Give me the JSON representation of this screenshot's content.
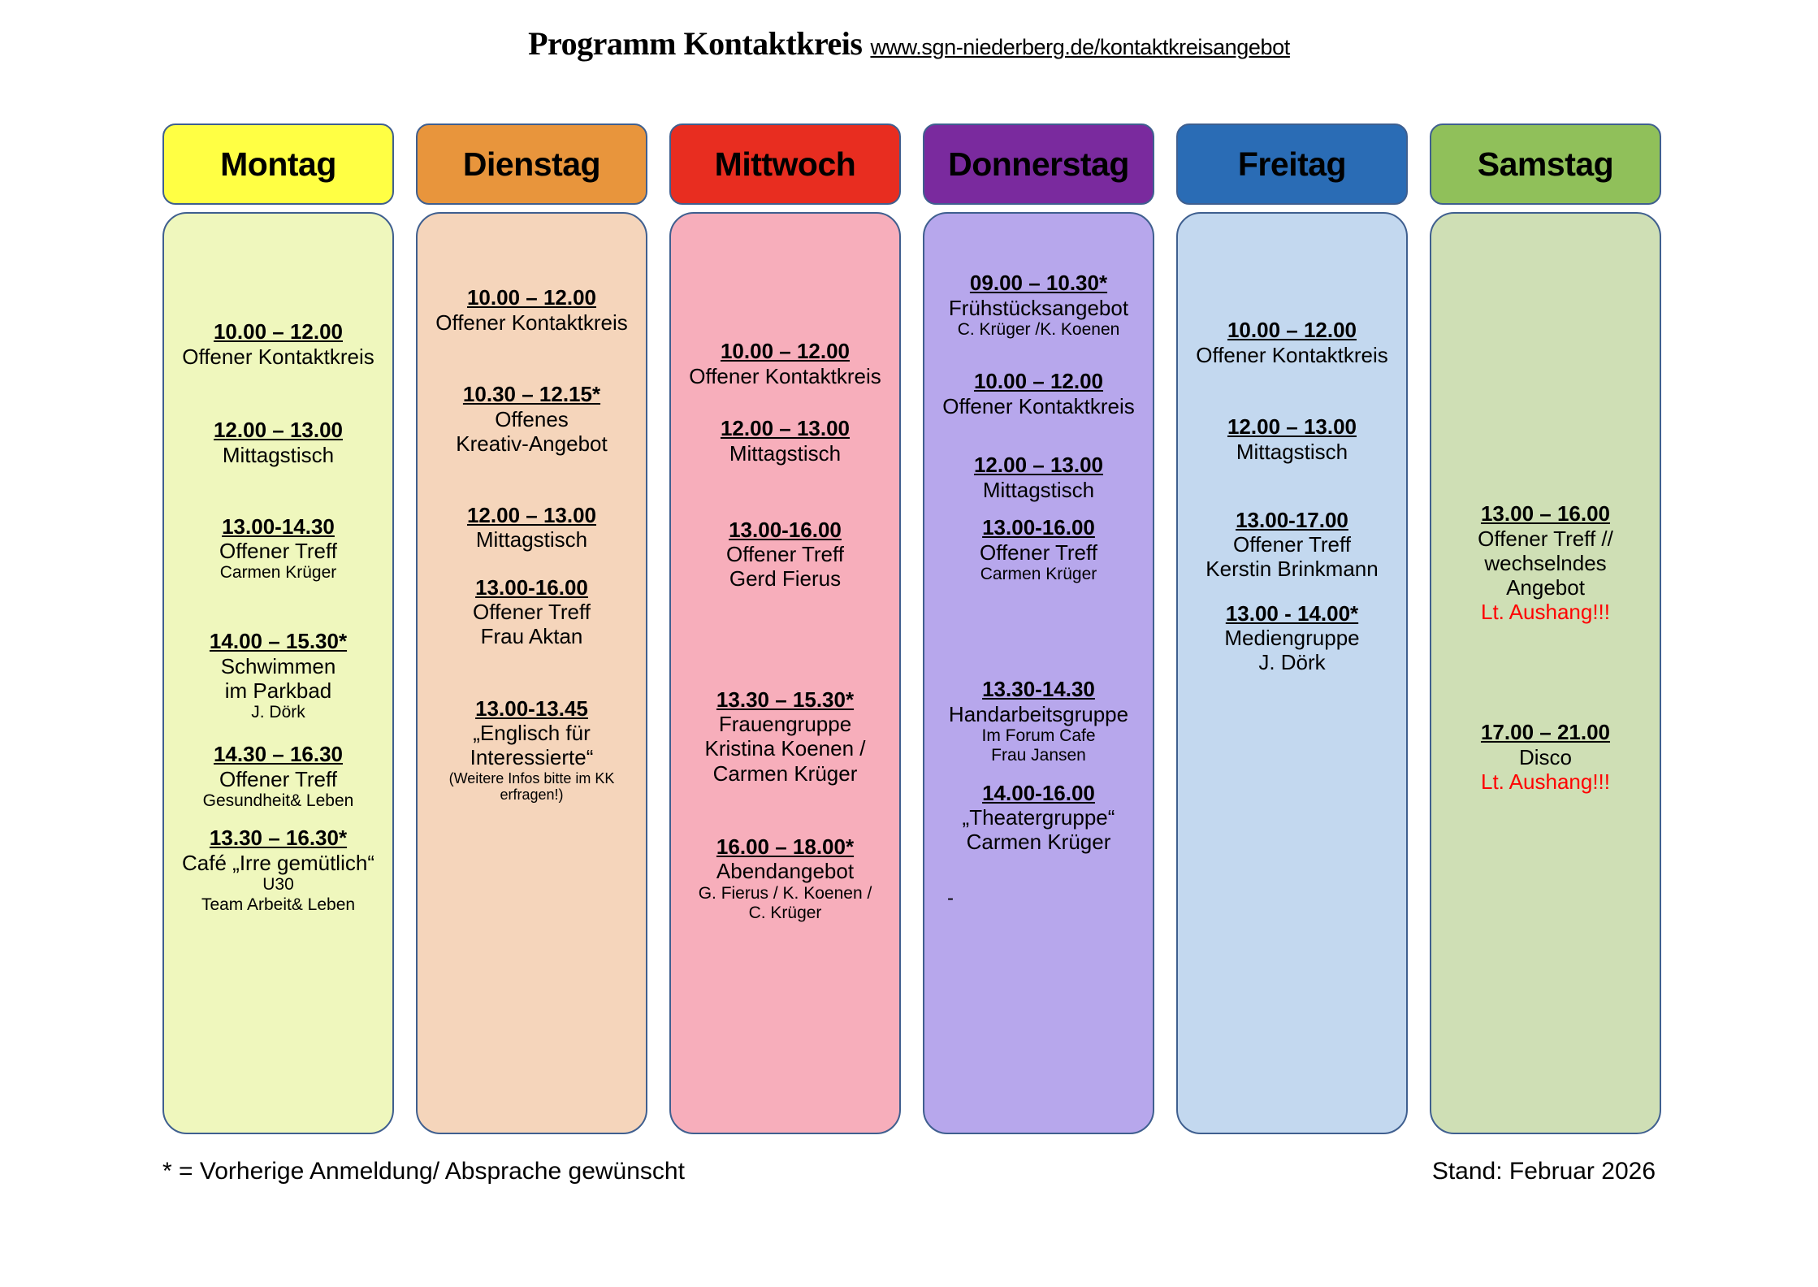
{
  "header": {
    "title": "Programm Kontaktkreis",
    "url": "www.sgn-niederberg.de/kontaktkreisangebot"
  },
  "footer": {
    "legend": "* = Vorherige Anmeldung/ Absprache gewünscht",
    "stand": "Stand: Februar 2026"
  },
  "colors": {
    "border": "#3f5f8f",
    "alert_red": "#ff0000",
    "montag_header": "#ffff44",
    "montag_body": "#eff7bd",
    "dienstag_header": "#e8953c",
    "dienstag_body": "#f5d5bb",
    "mittwoch_header": "#e82d20",
    "mittwoch_body": "#f7aebb",
    "donnerstag_header": "#7a2a9e",
    "donnerstag_body": "#b7a7ec",
    "freitag_header": "#2a6cb5",
    "freitag_body": "#c3d8ef",
    "samstag_header": "#90c05a",
    "samstag_body": "#cfdfb5"
  },
  "days": [
    {
      "name": "Montag",
      "header_color": "#ffff44",
      "body_color": "#eff7bd",
      "top_pad": 112,
      "entries": [
        {
          "time": "10.00 – 12.00",
          "title": "Offener Kontaktkreis",
          "gap": 0
        },
        {
          "time": "12.00 – 13.00",
          "title": "Mittagstisch",
          "gap": 60
        },
        {
          "time": "13.00-14.30",
          "title": "Offener Treff",
          "note": "Carmen Krüger",
          "gap": 58
        },
        {
          "time": "14.00 – 15.30*",
          "title": "Schwimmen",
          "title2": "im Parkbad",
          "note": "J. Dörk",
          "gap": 56
        },
        {
          "time": "14.30 – 16.30",
          "title": "Offener Treff",
          "note": "Gesundheit& Leben",
          "gap": 24
        },
        {
          "time": "13.30 – 16.30*",
          "title": "Café „Irre gemütlich“",
          "note": "U30",
          "note2": "Team Arbeit& Leben",
          "gap": 18
        }
      ]
    },
    {
      "name": "Dienstag",
      "header_color": "#e8953c",
      "body_color": "#f5d5bb",
      "top_pad": 70,
      "entries": [
        {
          "time": "10.00 – 12.00",
          "title": "Offener Kontaktkreis",
          "gap": 0
        },
        {
          "time": "10.30 – 12.15*",
          "title": "Offenes",
          "title2": "Kreativ-Angebot",
          "gap": 58
        },
        {
          "time": "12.00 – 13.00",
          "title": "Mittagstisch",
          "gap": 58
        },
        {
          "time": "13.00-16.00",
          "title": "Offener Treff",
          "title2": "Frau Aktan",
          "gap": 28
        },
        {
          "time": "13.00-13.45",
          "title": "„Englisch für",
          "title2": "Interessierte“",
          "small": "(Weitere Infos bitte im KK",
          "small2": "erfragen!)",
          "gap": 58
        }
      ]
    },
    {
      "name": "Mittwoch",
      "header_color": "#e82d20",
      "body_color": "#f7aebb",
      "top_pad": 136,
      "entries": [
        {
          "time": "10.00 – 12.00",
          "title": "Offener Kontaktkreis",
          "gap": 0
        },
        {
          "time": "12.00 – 13.00",
          "title": "Mittagstisch",
          "gap": 34
        },
        {
          "time": "13.00-16.00",
          "title": "Offener Treff",
          "title2": "Gerd Fierus",
          "gap": 64
        },
        {
          "time": "13.30 – 15.30*",
          "title": "Frauengruppe",
          "title2": "Kristina Koenen /",
          "title3": "Carmen Krüger",
          "gap": 118
        },
        {
          "time": "16.00 – 18.00*",
          "title": "Abendangebot",
          "note": "G. Fierus / K. Koenen /",
          "note2": "C. Krüger",
          "gap": 60
        }
      ]
    },
    {
      "name": "Donnerstag",
      "header_color": "#7a2a9e",
      "body_color": "#b7a7ec",
      "top_pad": 52,
      "entries": [
        {
          "time": "09.00 – 10.30*",
          "title": "Frühstücksangebot",
          "note": "C. Krüger /K. Koenen",
          "gap": 0
        },
        {
          "time": "10.00 – 12.00",
          "title": "Offener Kontaktkreis",
          "gap": 36
        },
        {
          "time": "12.00 – 13.00",
          "title": "Mittagstisch",
          "gap": 42
        },
        {
          "time": "13.00-16.00",
          "title": "Offener Treff",
          "note": "Carmen Krüger",
          "gap": 16
        },
        {
          "time": "13.30-14.30",
          "title": "Handarbeitsgruppe",
          "note": "Im Forum Cafe",
          "note2": "Frau Jansen",
          "gap": 114
        },
        {
          "time": "14.00-16.00",
          "title": "„Theatergruppe“",
          "title2": "Carmen Krüger",
          "gap": 18
        },
        {
          "dash": "-",
          "gap": 40
        }
      ]
    },
    {
      "name": "Freitag",
      "header_color": "#2a6cb5",
      "body_color": "#c3d8ef",
      "top_pad": 110,
      "entries": [
        {
          "time": "10.00 – 12.00",
          "title": "Offener Kontaktkreis",
          "gap": 0
        },
        {
          "time": "12.00 – 13.00",
          "title": "Mittagstisch",
          "gap": 58
        },
        {
          "time": "13.00-17.00",
          "title": "Offener Treff",
          "title2": "Kerstin Brinkmann",
          "gap": 54
        },
        {
          "time": "13.00 - 14.00*",
          "title": "Mediengruppe",
          "title2": "J. Dörk",
          "gap": 24
        }
      ]
    },
    {
      "name": "Samstag",
      "header_color": "#90c05a",
      "body_color": "#cfdfb5",
      "top_pad": 336,
      "entries": [
        {
          "time": "13.00 – 16.00",
          "title": "Offener Treff //",
          "title2": "wechselndes",
          "title3": "Angebot",
          "alert": "Lt. Aushang!!!",
          "gap": 0
        },
        {
          "time": "17.00 – 21.00",
          "title": "Disco",
          "alert": "Lt. Aushang!!!",
          "gap": 118
        }
      ]
    }
  ]
}
